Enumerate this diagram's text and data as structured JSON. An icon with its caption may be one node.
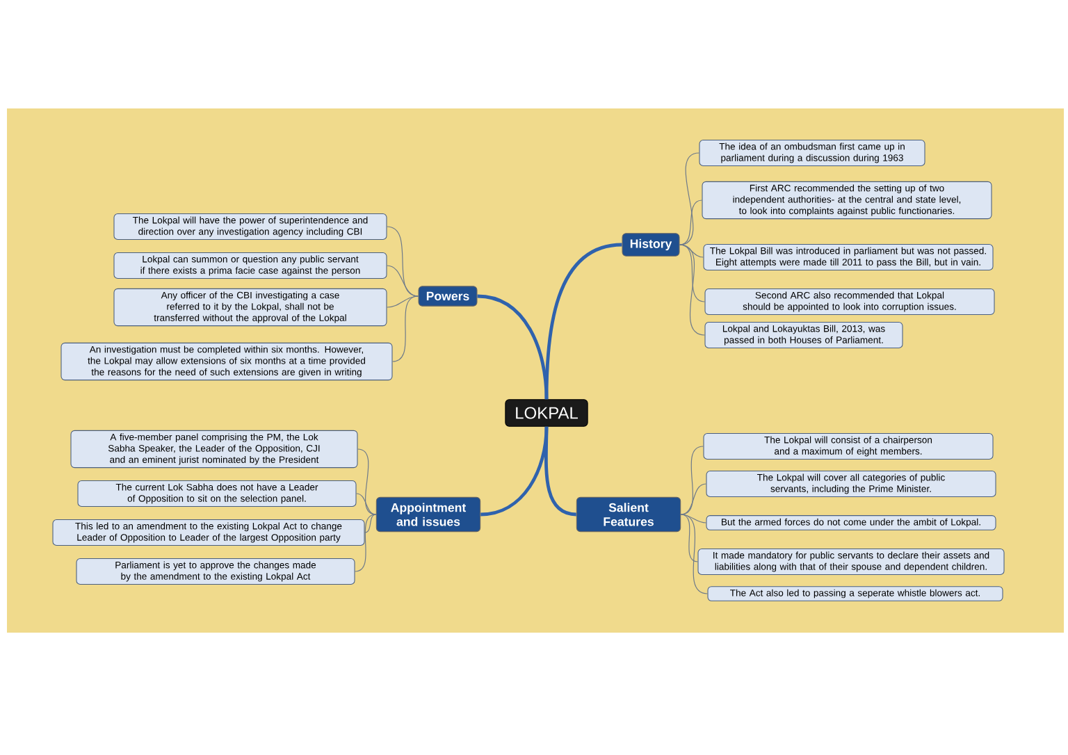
{
  "diagram": {
    "nodes": [
      {
        "text": [
          "LOKPAL"
        ]
      },
      {
        "text": [
          "Powers"
        ]
      },
      {
        "text": [
          "History"
        ]
      },
      {
        "text": [
          "Appointment and issues"
        ]
      },
      {
        "text": [
          "Salient Features"
        ]
      },
      {
        "text": [
          "The Lokpal will have the power of superintendence and direction over any investigation agency including CBI"
        ]
      },
      {
        "text": [
          "Lokpal can summon or question any public servant if there exists a prima facie case against the person"
        ]
      },
      {
        "text": [
          "Any officer of the CBI investigating a case referred to it by the Lokpal, shall not be transferred without the approval of the Lokpal"
        ]
      },
      {
        "text": [
          "An investigation must be completed within six months. However, the Lokpal may allow extensions of six months at a time provided the reasons for the need of such extensions are given in writing"
        ]
      },
      {
        "text": [
          "A five-member panel comprising the PM, the Lok Sabha Speaker, the Leader of the Opposition, CJI and an eminent jurist nominated by the President"
        ]
      },
      {
        "text": [
          "The current Lok Sabha does not have a Leader of Opposition to sit on the selection panel."
        ]
      },
      {
        "text": [
          "This led to an amendment to the existing Lokpal Act to change Leader of Opposition to Leader of the largest Opposition party"
        ]
      },
      {
        "text": [
          "Parliament is yet to approve the changes made by the amendment to the existing Lokpal Act"
        ]
      },
      {
        "text": [
          "The idea of an ombudsman first came up in parliament during a discussion during 1963"
        ]
      },
      {
        "text": [
          "First ARC recommended the setting up of two independent authorities- at the central and state level, to look into complaints against public functionaries."
        ]
      },
      {
        "text": [
          "The Lokpal Bill was introduced in parliament but was not passed. Eight attempts were made till 2011 to pass the Bill, but in vain."
        ]
      },
      {
        "text": [
          "Second ARC also recommended that Lokpal should be appointed to look into corruption issues."
        ]
      },
      {
        "text": [
          "Lokpal and Lokayuktas Bill, 2013, was passed in both Houses of Parliament."
        ]
      },
      {
        "text": [
          "The Lokpal will consist of a chairperson and a maximum of eight members."
        ]
      },
      {
        "text": [
          "The Lokpal will cover all categories of public servants, including the Prime Minister."
        ]
      },
      {
        "text": [
          "But the armed forces do not come under the ambit of Lokpal."
        ]
      },
      {
        "text": [
          "It made mandatory for public servants to declare their assets and liabilities along with that of their spouse and dependent children."
        ]
      },
      {
        "text": [
          "The Act also led to passing a seperate whistle blowers act."
        ]
      }
    ],
    "edges": [
      {
        "from": 0,
        "to": 1,
        "arrow": "none",
        "style": "thick",
        "color": "#2f62ad"
      },
      {
        "from": 0,
        "to": 2,
        "arrow": "none",
        "style": "thick",
        "color": "#2f62ad"
      },
      {
        "from": 0,
        "to": 3,
        "arrow": "none",
        "style": "thick",
        "color": "#2f62ad"
      },
      {
        "from": 0,
        "to": 4,
        "arrow": "none",
        "style": "thick",
        "color": "#2f62ad"
      },
      {
        "from": 1,
        "to": 5,
        "arrow": "none"
      },
      {
        "from": 1,
        "to": 6,
        "arrow": "none"
      },
      {
        "from": 1,
        "to": 7,
        "arrow": "none"
      },
      {
        "from": 1,
        "to": 8,
        "arrow": "none"
      },
      {
        "from": 3,
        "to": 9,
        "arrow": "none"
      },
      {
        "from": 3,
        "to": 10,
        "arrow": "none"
      },
      {
        "from": 3,
        "to": 11,
        "arrow": "none"
      },
      {
        "from": 3,
        "to": 12,
        "arrow": "none"
      },
      {
        "from": 2,
        "to": 13,
        "arrow": "none"
      },
      {
        "from": 2,
        "to": 14,
        "arrow": "none"
      },
      {
        "from": 2,
        "to": 15,
        "arrow": "none"
      },
      {
        "from": 2,
        "to": 16,
        "arrow": "none"
      },
      {
        "from": 2,
        "to": 17,
        "arrow": "none"
      },
      {
        "from": 4,
        "to": 18,
        "arrow": "none"
      },
      {
        "from": 4,
        "to": 19,
        "arrow": "none"
      },
      {
        "from": 4,
        "to": 20,
        "arrow": "none"
      },
      {
        "from": 4,
        "to": 21,
        "arrow": "none"
      },
      {
        "from": 4,
        "to": 22,
        "arrow": "none"
      }
    ]
  }
}
